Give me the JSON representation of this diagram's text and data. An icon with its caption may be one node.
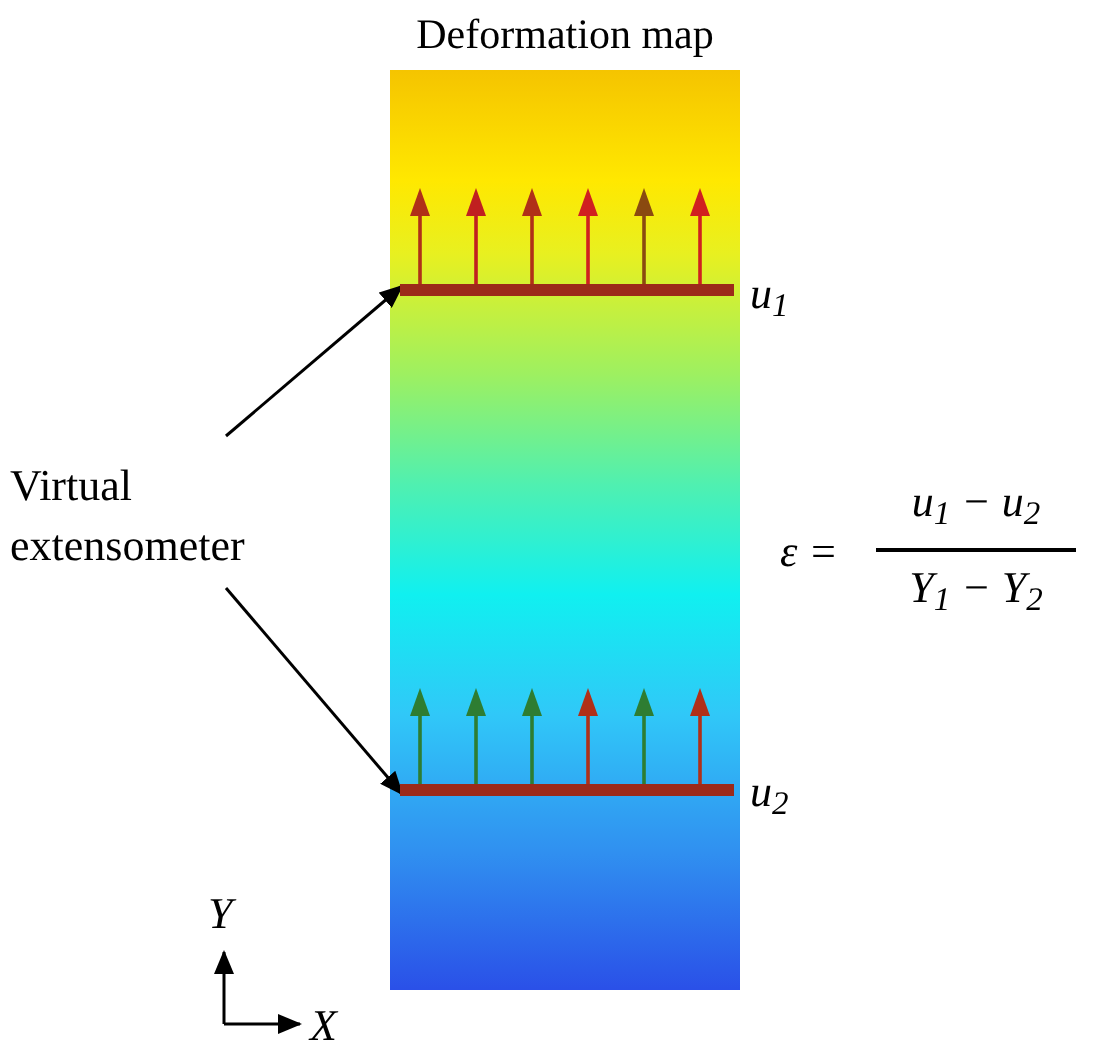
{
  "diagram": {
    "title": "Deformation map",
    "nodes": [
      {
        "text": [
          "Virtual extensometer"
        ]
      },
      {
        "text": [],
        "shape": "bar",
        "beside": [
          "u$_{1}$"
        ]
      },
      {
        "text": [],
        "shape": "bar",
        "beside": [
          "u$_{2}$"
        ]
      }
    ],
    "edges": [
      {
        "from": 0,
        "to": 1,
        "arrow": "to"
      },
      {
        "from": 0,
        "to": 2,
        "arrow": "to"
      }
    ],
    "labels": [
      "ε =",
      "u$_{1}$ − u$_{2}$",
      "Y$_{1}$ − Y$_{2}$",
      "Y",
      "X"
    ]
  }
}
